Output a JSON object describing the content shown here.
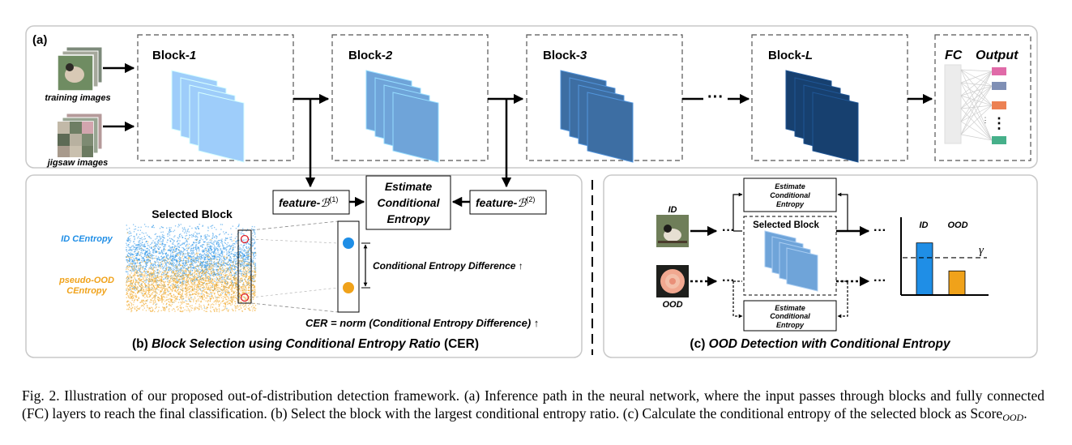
{
  "panel_a": {
    "label": "(a)",
    "training_caption": "training images",
    "jigsaw_caption": "jigsaw images",
    "blocks": [
      {
        "prefix": "Block-",
        "suffix": "1",
        "color": "#9ecdfa"
      },
      {
        "prefix": "Block-",
        "suffix": "2",
        "color": "#6fa4d9"
      },
      {
        "prefix": "Block-",
        "suffix": "3",
        "color": "#3d6ea3"
      },
      {
        "prefix": "Block-",
        "suffix": "L",
        "color": "#17406f"
      }
    ],
    "ellipsis": "···",
    "fc_label": "FC",
    "output_label": "Output",
    "output_colors": [
      "#e06aa8",
      "#7f8fb5",
      "#ec8153",
      "#46b08a"
    ]
  },
  "panel_b": {
    "feature1_label": "feature-",
    "feature1_sup": "(1)",
    "feature2_label": "feature-",
    "feature2_sup": "(2)",
    "estimate_label": [
      "Estimate",
      "Conditional",
      "Entropy"
    ],
    "selected_block": "Selected Block",
    "id_centropy": "ID CEntropy",
    "pseudo_ood_centropy": [
      "pseudo-OOD",
      "CEntropy"
    ],
    "difference_label": "Conditional Entropy Difference ↑",
    "cer_formula": "CER = norm (Conditional Entropy Difference) ↑",
    "title_prefix": "(b) ",
    "title_italic": "Block Selection using Conditional Entropy Ratio",
    "title_suffix": " (CER)",
    "colors": {
      "id": "#1f8ee6",
      "ood": "#f0a21a"
    }
  },
  "panel_c": {
    "id_label": "ID",
    "ood_label": "OOD",
    "estimate_small": [
      "Estimate",
      "Conditional",
      "Entropy"
    ],
    "selected_block": "Selected Block",
    "bar_id_label": "ID",
    "bar_ood_label": "OOD",
    "gamma": "γ",
    "title_prefix": "(c) ",
    "title_italic": "OOD Detection with Conditional Entropy",
    "bar_values": {
      "ID": 0.67,
      "OOD": 0.31,
      "threshold": 0.48
    },
    "colors": {
      "id": "#1f8ee6",
      "ood": "#f0a21a"
    }
  },
  "caption": {
    "text": "Fig. 2.  Illustration of our proposed out-of-distribution detection framework. (a) Inference path in the neural network, where the input passes through blocks and fully connected (FC) layers to reach the final classification. (b) Select the block with the largest conditional entropy ratio. (c) Calculate the conditional entropy of the selected block as Score",
    "subscript": "OOD",
    "end": "."
  }
}
